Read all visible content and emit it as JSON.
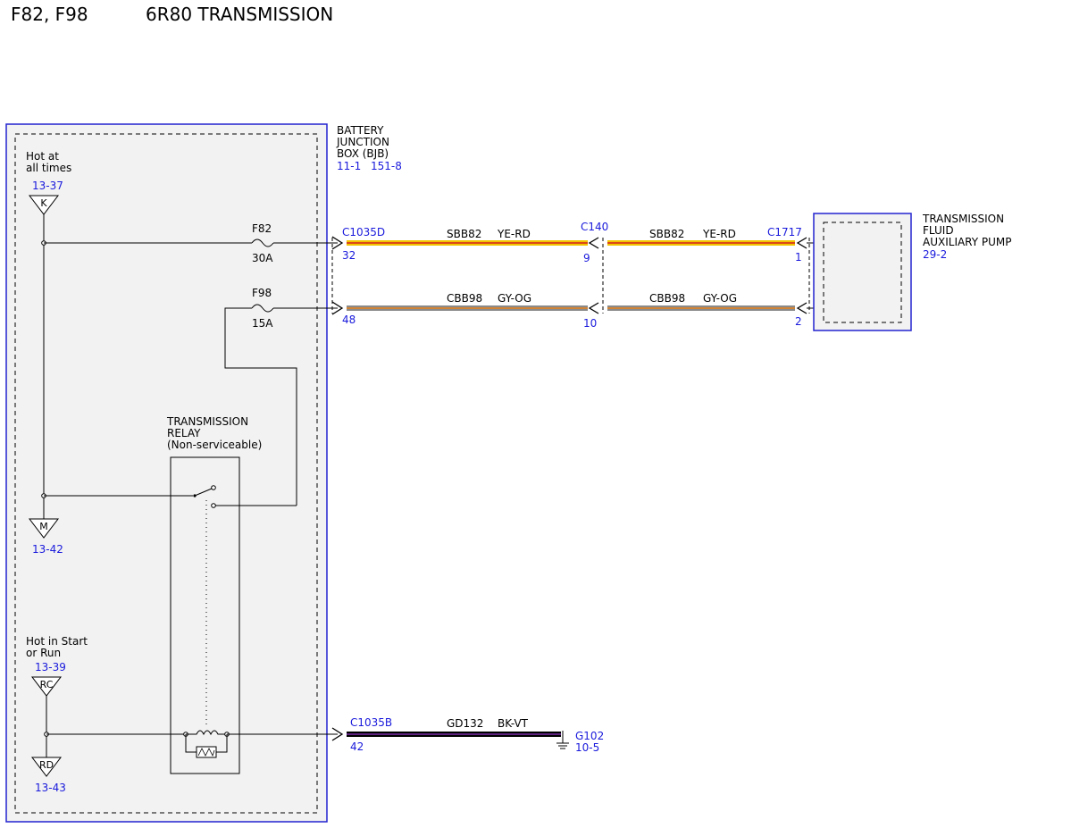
{
  "header": {
    "fuses": "F82, F98",
    "title": "6R80 TRANSMISSION"
  },
  "bjb": {
    "line1": "BATTERY",
    "line2": "JUNCTION",
    "line3": "BOX (BJB)",
    "ref1": "11-1",
    "ref2": "151-8"
  },
  "power_hot": {
    "line1": "Hot at",
    "line2": "all times",
    "ref": "13-37",
    "symbol": "K"
  },
  "power_m": {
    "symbol": "M",
    "ref": "13-42"
  },
  "power_run": {
    "line1": "Hot in Start",
    "line2": "or Run",
    "ref": "13-39",
    "symbol": "RC"
  },
  "power_rd": {
    "symbol": "RD",
    "ref": "13-43"
  },
  "fuse_f82": {
    "name": "F82",
    "rating": "30A"
  },
  "fuse_f98": {
    "name": "F98",
    "rating": "15A"
  },
  "relay": {
    "line1": "TRANSMISSION",
    "line2": "RELAY",
    "line3": "(Non-serviceable)"
  },
  "connectors": {
    "c1035d": {
      "name": "C1035D",
      "pin_top": "32",
      "pin_bottom": "48"
    },
    "c140": {
      "name": "C140",
      "pin_top": "9",
      "pin_bottom": "10"
    },
    "c1717": {
      "name": "C1717",
      "pin_top": "1",
      "pin_bottom": "2"
    },
    "c1035b": {
      "name": "C1035B",
      "pin": "42"
    }
  },
  "wires": {
    "w1": {
      "circuit": "SBB82",
      "color": "YE-RD"
    },
    "w2": {
      "circuit": "SBB82",
      "color": "YE-RD"
    },
    "w3": {
      "circuit": "CBB98",
      "color": "GY-OG"
    },
    "w4": {
      "circuit": "CBB98",
      "color": "GY-OG"
    },
    "w5": {
      "circuit": "GD132",
      "color": "BK-VT"
    }
  },
  "pump": {
    "line1": "TRANSMISSION",
    "line2": "FLUID",
    "line3": "AUXILIARY PUMP",
    "ref": "29-2"
  },
  "ground": {
    "name": "G102",
    "ref": "10-5"
  },
  "colors": {
    "ref_blue": "#1a1adc",
    "box_border": "#2323d0",
    "panel_fill": "#f2f2f2",
    "yellow": "#f2c400",
    "red": "#d21f1f",
    "gray": "#8a8a8a",
    "orange": "#e8811a",
    "black": "#000000",
    "violet": "#7a2ea8"
  }
}
